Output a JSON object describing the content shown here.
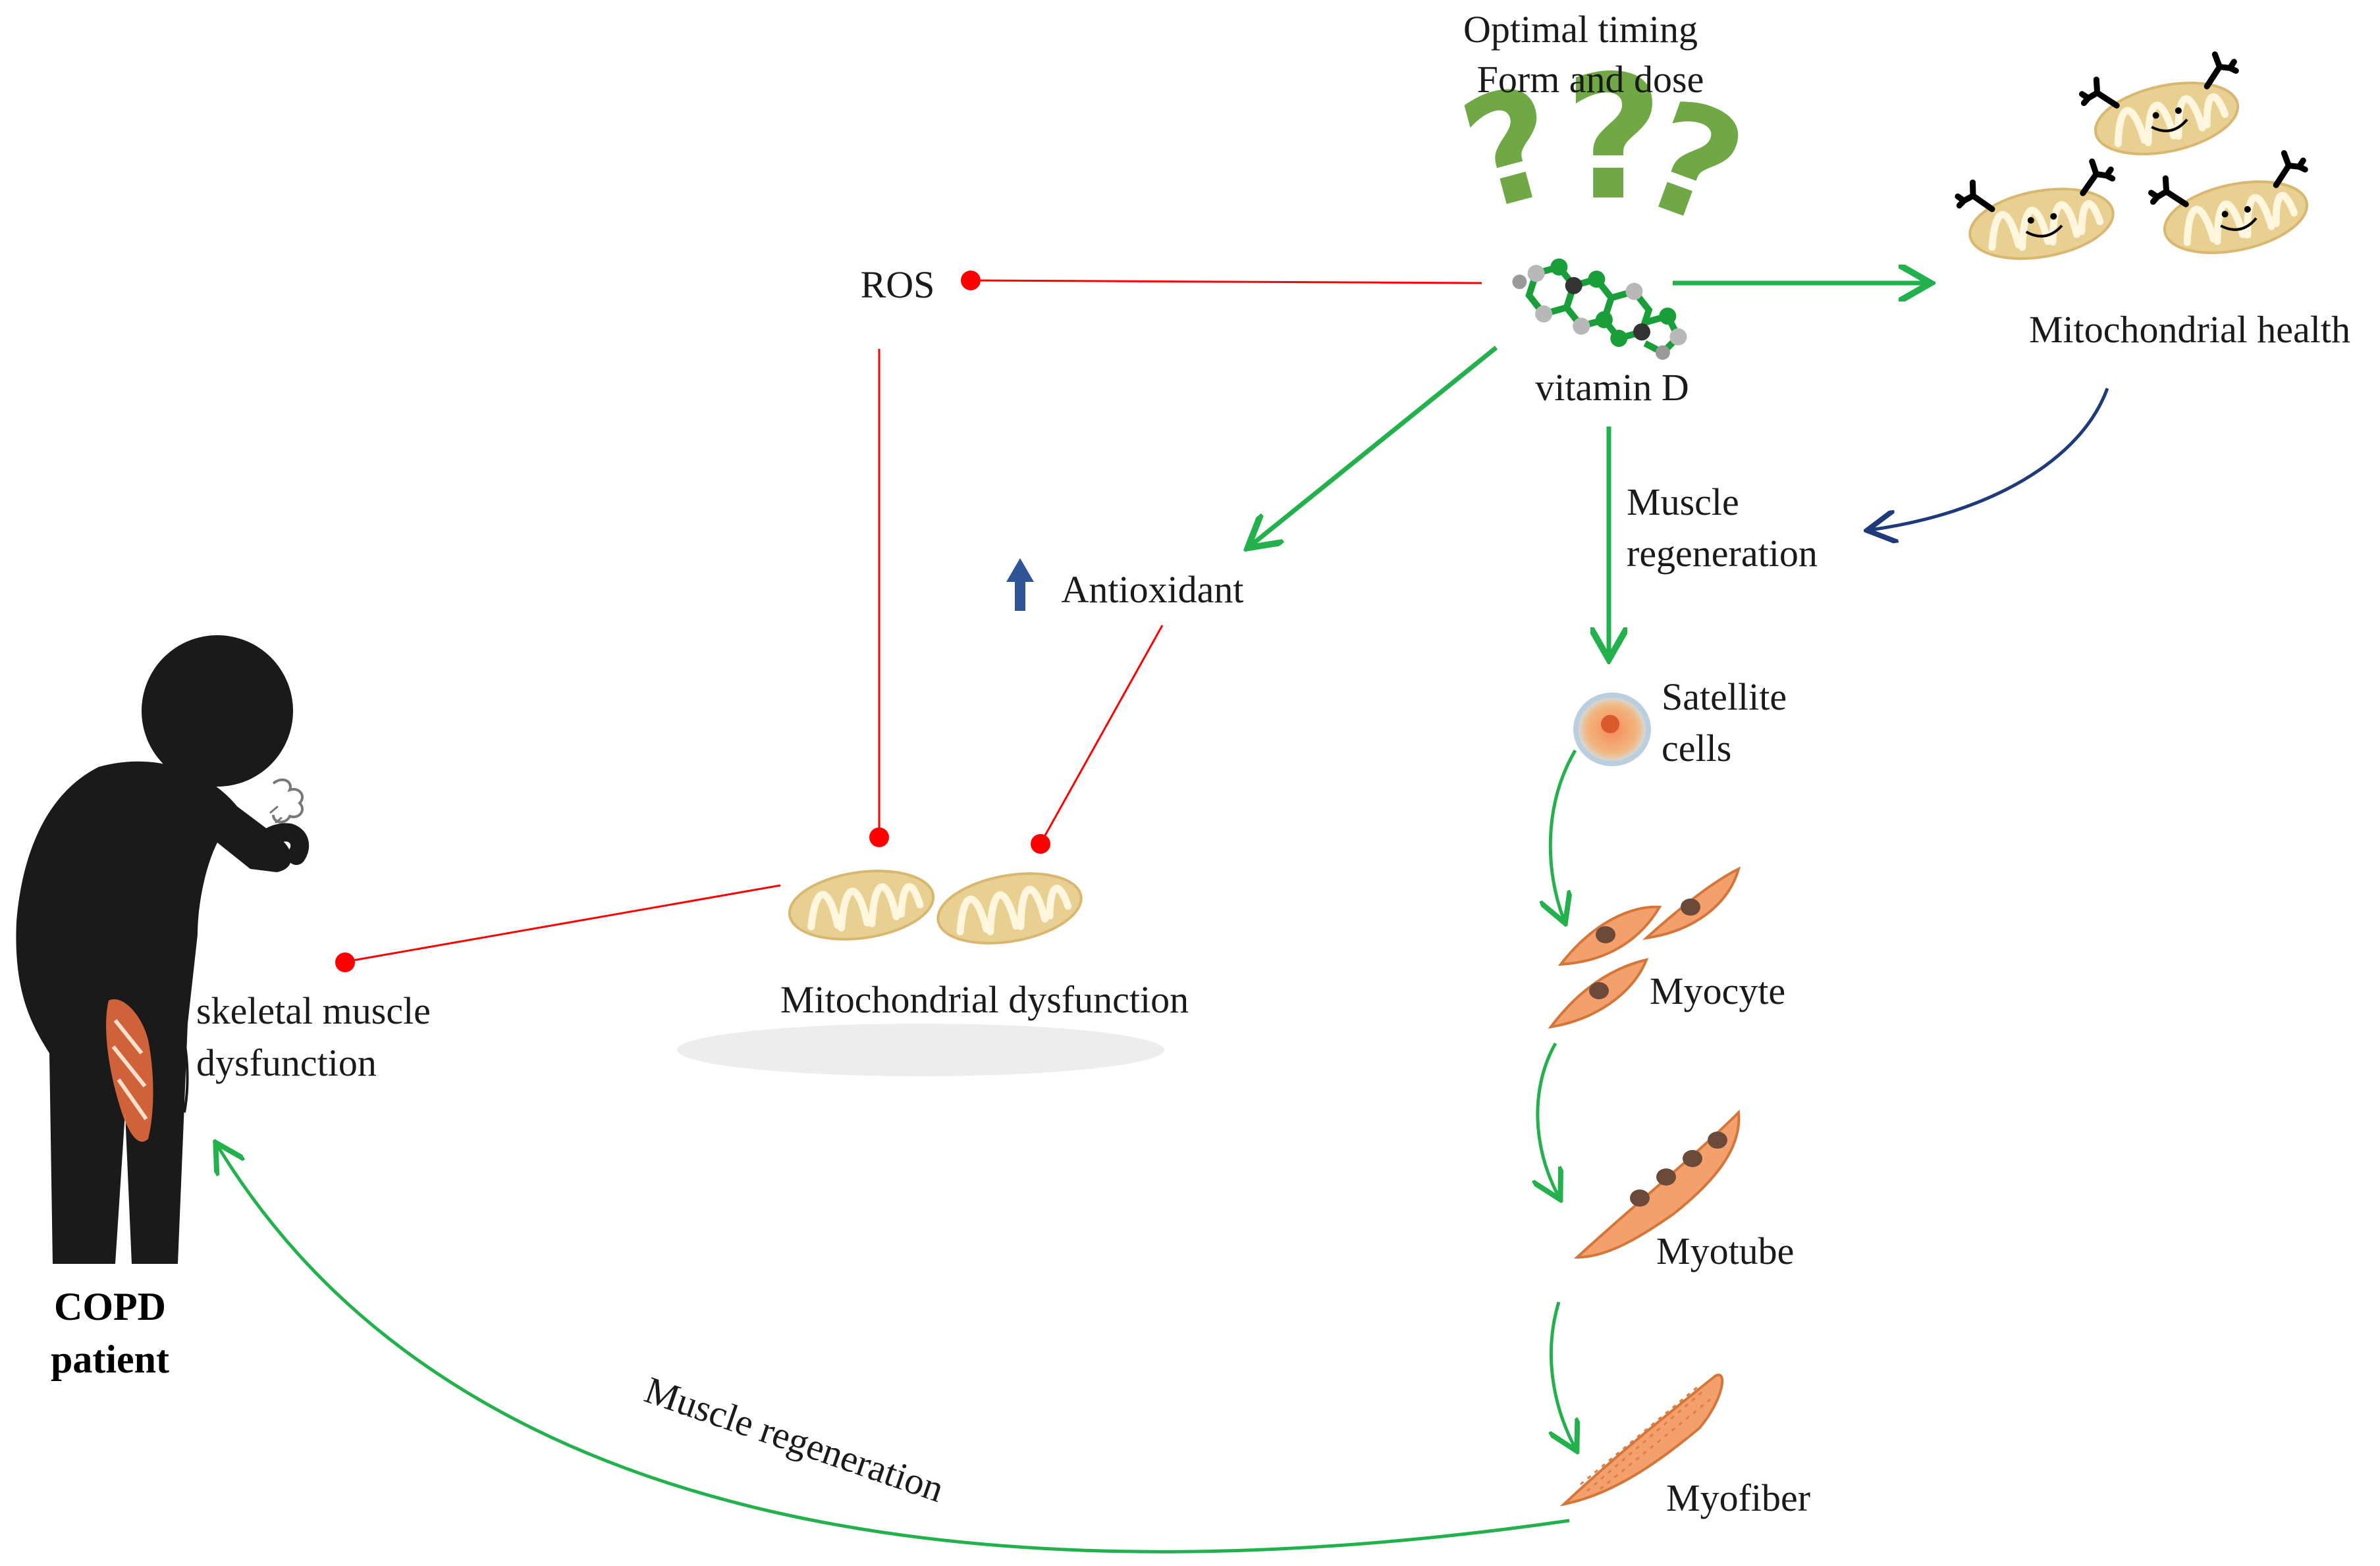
{
  "labels": {
    "optimal_timing": "Optimal timing",
    "form_and_dose": "Form and dose",
    "ros": "ROS",
    "vitamin_d": "vitamin D",
    "mitochondrial_health": "Mitochondrial health",
    "antioxidant": "Antioxidant",
    "muscle_regeneration_line1": "Muscle",
    "muscle_regeneration_line2": "regeneration",
    "satellite_line1": "Satellite",
    "satellite_line2": "cells",
    "myocyte": "Myocyte",
    "myotube": "Myotube",
    "myofiber": "Myofiber",
    "mito_dysfunction": "Mitochondrial dysfunction",
    "skeletal_line1": "skeletal muscle",
    "skeletal_line2": "dysfunction",
    "copd_line1": "COPD",
    "copd_line2": "patient",
    "bottom_arc": "Muscle regeneration"
  },
  "colors": {
    "activation": "#22b14c",
    "inhibition": "#ff0000",
    "feedback": "#1f3a7a",
    "mitochondria": "#e8cf92",
    "cell": "#f4a06c",
    "question": "#6fa845",
    "up_arrow": "#2f5597"
  }
}
